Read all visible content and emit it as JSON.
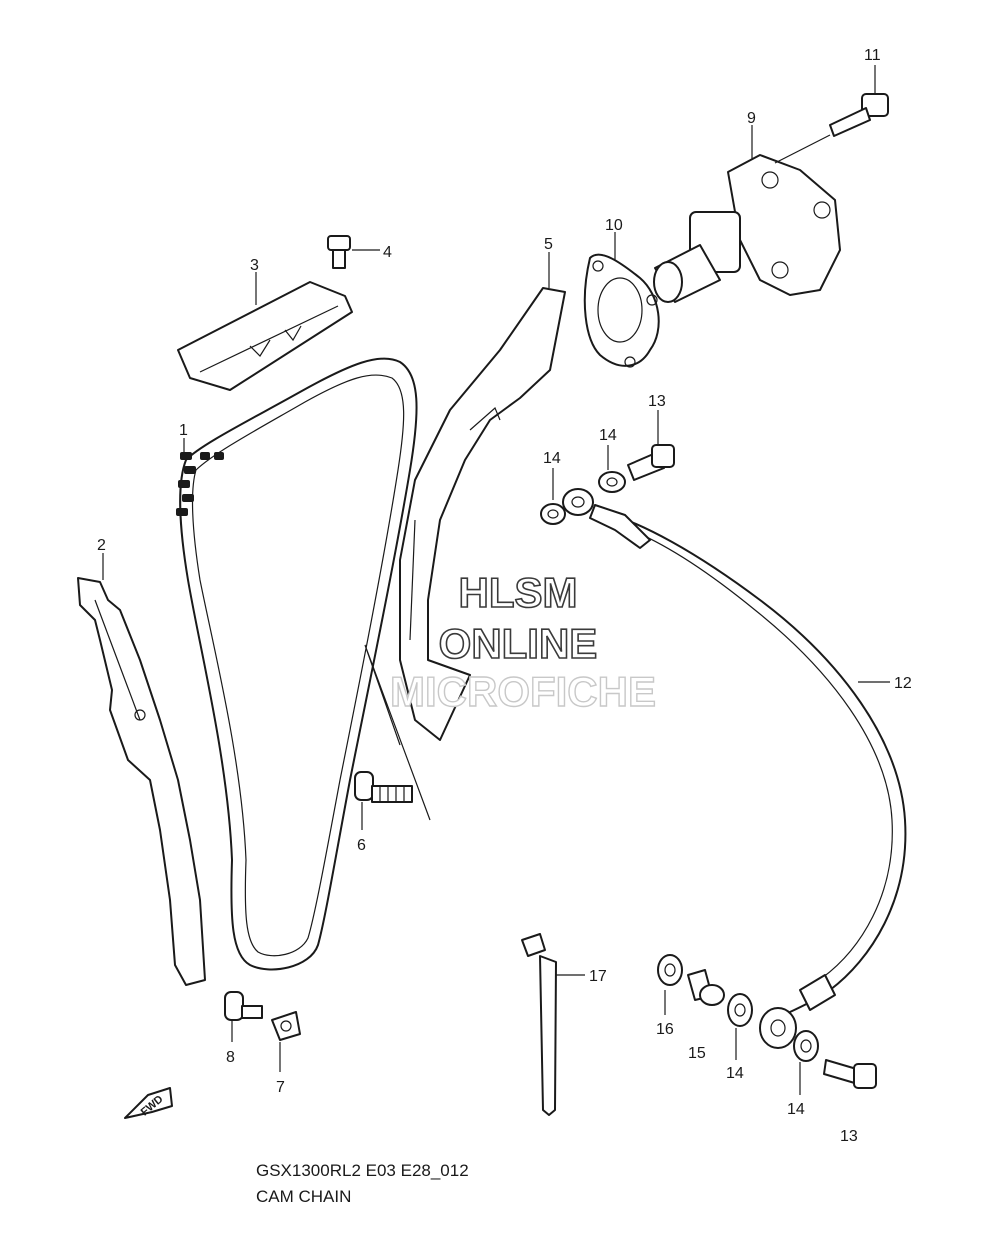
{
  "watermark": {
    "line1": "HLSM",
    "line2": "ONLINE",
    "line3": "MICROFICHE"
  },
  "caption": {
    "code": "GSX1300RL2 E03 E28_012",
    "title": "CAM CHAIN"
  },
  "fwd_label": "FWD",
  "callouts": [
    "1",
    "2",
    "3",
    "4",
    "5",
    "6",
    "7",
    "8",
    "9",
    "10",
    "11",
    "12",
    "13",
    "13",
    "14",
    "14",
    "14",
    "14",
    "15",
    "16",
    "17"
  ]
}
